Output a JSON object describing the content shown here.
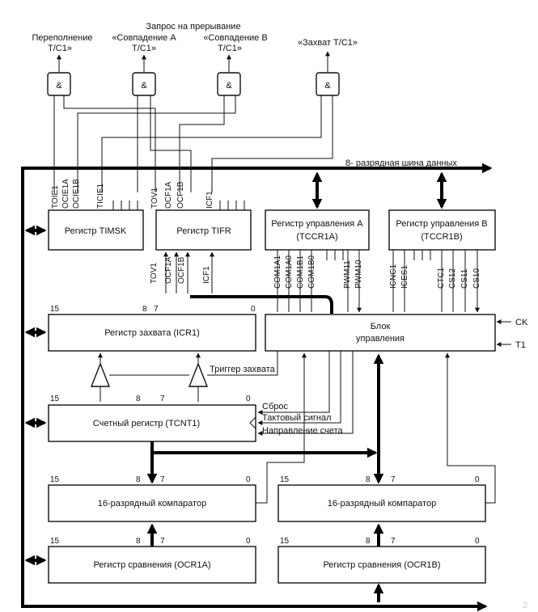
{
  "labels": {
    "interrupt_request": "Запрос на прерывание",
    "overflow_1": "Переполнение",
    "overflow_2": "Т/С1»",
    "match_a_1": "«Совпадение А",
    "match_a_2": "Т/С1»",
    "match_b_1": "«Совпадение В",
    "match_b_2": "Т/С1»",
    "capture": "«Захват Т/С1»",
    "data_bus": "8- разрядная шина данных",
    "and_gate": "&",
    "ck": "CK",
    "t1": "T1",
    "capture_trigger": "Триггер захвата",
    "reset": "Сброс",
    "clock_signal": "Тактовый сигнал",
    "count_direction": "Направление счета",
    "side_mark": "2"
  },
  "blocks": {
    "timsk": "Регистр TIMSK",
    "tifr": "Регистр TIFR",
    "tccr1a_1": "Регистр управления А",
    "tccr1a_2": "(TCCR1A)",
    "tccr1b_1": "Регистр управления В",
    "tccr1b_2": "(TCCR1B)",
    "icr1": "Регистр захвата (ICR1)",
    "control_1": "Блок",
    "control_2": "управления",
    "tcnt1": "Счетный регистр (TCNT1)",
    "comp_a": "16-разрядный компаратор",
    "comp_b": "16-разрядный компаратор",
    "ocr1a": "Регистр сравнения (OCR1A)",
    "ocr1b": "Регистр сравнения (OCR1B)"
  },
  "bits": {
    "b15": "15",
    "b8": "8",
    "b7": "7",
    "b0": "0"
  },
  "signals": {
    "timsk": [
      "TOIE1",
      "OCIE1A",
      "OCIE1B",
      "TICIE1"
    ],
    "tifr_top": [
      "TOV1",
      "OCF1A",
      "OCF1B",
      "ICF1"
    ],
    "tifr_bottom": [
      "TOV1",
      "OCF1A",
      "OCF1B",
      "ICF1"
    ],
    "tccr1a": [
      "COM1A1",
      "COM1A0",
      "COM1B1",
      "COM1B0",
      "PWM11",
      "PWM10"
    ],
    "tccr1b": [
      "ICNC1",
      "ICES1",
      "CTC1",
      "CS12",
      "CS11",
      "CS10"
    ]
  }
}
